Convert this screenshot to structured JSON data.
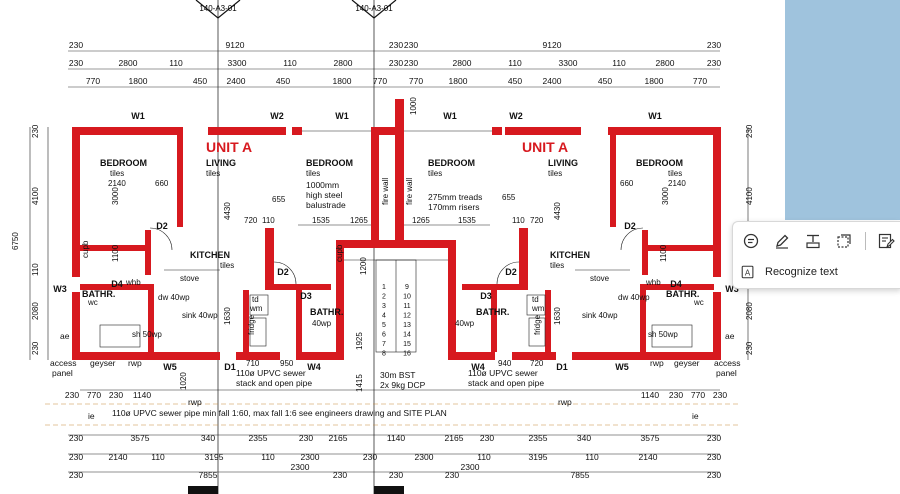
{
  "drawing": {
    "section_markers": [
      "140-A3-01",
      "140-A3-01"
    ],
    "top_dims_row1": [
      "230",
      "9120",
      "230",
      "230",
      "9120",
      "230"
    ],
    "top_dims_row2": [
      "230",
      "2800",
      "110",
      "3300",
      "110",
      "2800",
      "230",
      "230",
      "2800",
      "110",
      "3300",
      "110",
      "2800",
      "230"
    ],
    "top_dims_row3": [
      "770",
      "1800",
      "450",
      "2400",
      "450",
      "1800",
      "770",
      "770",
      "1800",
      "450",
      "2400",
      "450",
      "1800",
      "770"
    ],
    "window_tags": [
      "W1",
      "W2",
      "W1",
      "W1",
      "W2",
      "W1",
      "W3",
      "W3",
      "W5",
      "W4",
      "W4",
      "W5"
    ],
    "door_tags": [
      "D2",
      "D2",
      "D4",
      "D3",
      "D2",
      "D3",
      "D2",
      "D4",
      "D1",
      "D1"
    ],
    "unit_labels": [
      "UNIT A",
      "UNIT A"
    ],
    "room_names": {
      "bedroom": "BEDROOM",
      "living": "LIVING",
      "kitchen": "KITCHEN",
      "bathroom": "BATHR.",
      "tiles": "tiles"
    },
    "notes": {
      "balustrade": [
        "1000mm",
        "high steel",
        "balustrade"
      ],
      "stair": [
        "275mm treads",
        "170mm risers"
      ],
      "fire_wall": "fire wall",
      "sewer_left": [
        "110ø UPVC sewer",
        "stack and open pipe"
      ],
      "sewer_right": [
        "110ø UPVC sewer",
        "stack and open pipe"
      ],
      "bst": [
        "30m BST",
        "2x 9kg DCP"
      ],
      "sewer_main": "110ø UPVC sewer pipe min fall 1:60, max fall 1:6 see engineers drawing and SITE PLAN",
      "access_panel": [
        "access",
        "panel"
      ],
      "geyser": "geyser",
      "rwp": "rwp",
      "ie": "ie",
      "ae": "ae"
    },
    "fixtures": [
      "stove",
      "sink 40wp",
      "dw 40wp",
      "whb",
      "wc",
      "sh 50wp",
      "td",
      "wm",
      "fridge",
      "cupb",
      "40wp"
    ],
    "interior_dims": [
      "2140",
      "660",
      "3000",
      "655",
      "720",
      "110",
      "1535",
      "1265",
      "4430",
      "1100",
      "1630",
      "1200",
      "1925",
      "710",
      "950",
      "940",
      "720",
      "1020",
      "1415",
      "1000"
    ],
    "left_dims": [
      "230",
      "4100",
      "6750",
      "110",
      "2080",
      "230"
    ],
    "right_dims": [
      "230",
      "4100",
      "110",
      "2080",
      "230"
    ],
    "stair_numbers": [
      "1",
      "2",
      "3",
      "4",
      "5",
      "6",
      "7",
      "8",
      "9",
      "10",
      "11",
      "12",
      "13",
      "14",
      "15",
      "16"
    ],
    "bottom_dims_row1": [
      "230",
      "770",
      "230",
      "1140",
      "1140",
      "230",
      "770",
      "230"
    ],
    "bottom_dims_row2": [
      "230",
      "3575",
      "340",
      "2355",
      "230",
      "2165",
      "1140",
      "2165",
      "230",
      "2355",
      "340",
      "3575",
      "230"
    ],
    "bottom_dims_row3": [
      "230",
      "2140",
      "110",
      "3195",
      "110",
      "2300",
      "230",
      "2300",
      "110",
      "3195",
      "110",
      "2140",
      "230"
    ],
    "bottom_dims_row4": [
      "230",
      "7855",
      "230",
      "2300",
      "230",
      "2300",
      "230",
      "7855",
      "230"
    ]
  },
  "toolbar": {
    "buttons": [
      {
        "name": "comment-icon",
        "tooltip": "Comment"
      },
      {
        "name": "draw-pen-icon",
        "tooltip": "Draw"
      },
      {
        "name": "text-box-icon",
        "tooltip": "Text"
      },
      {
        "name": "select-region-icon",
        "tooltip": "Select"
      },
      {
        "name": "edit-form-icon",
        "tooltip": "Edit"
      }
    ],
    "recognize_label": "Recognize text",
    "recognize_icon": "recognize-text-icon"
  },
  "colors": {
    "wall": "#d7191f",
    "line": "#222222",
    "accent_blue": "#9fc3dd"
  }
}
